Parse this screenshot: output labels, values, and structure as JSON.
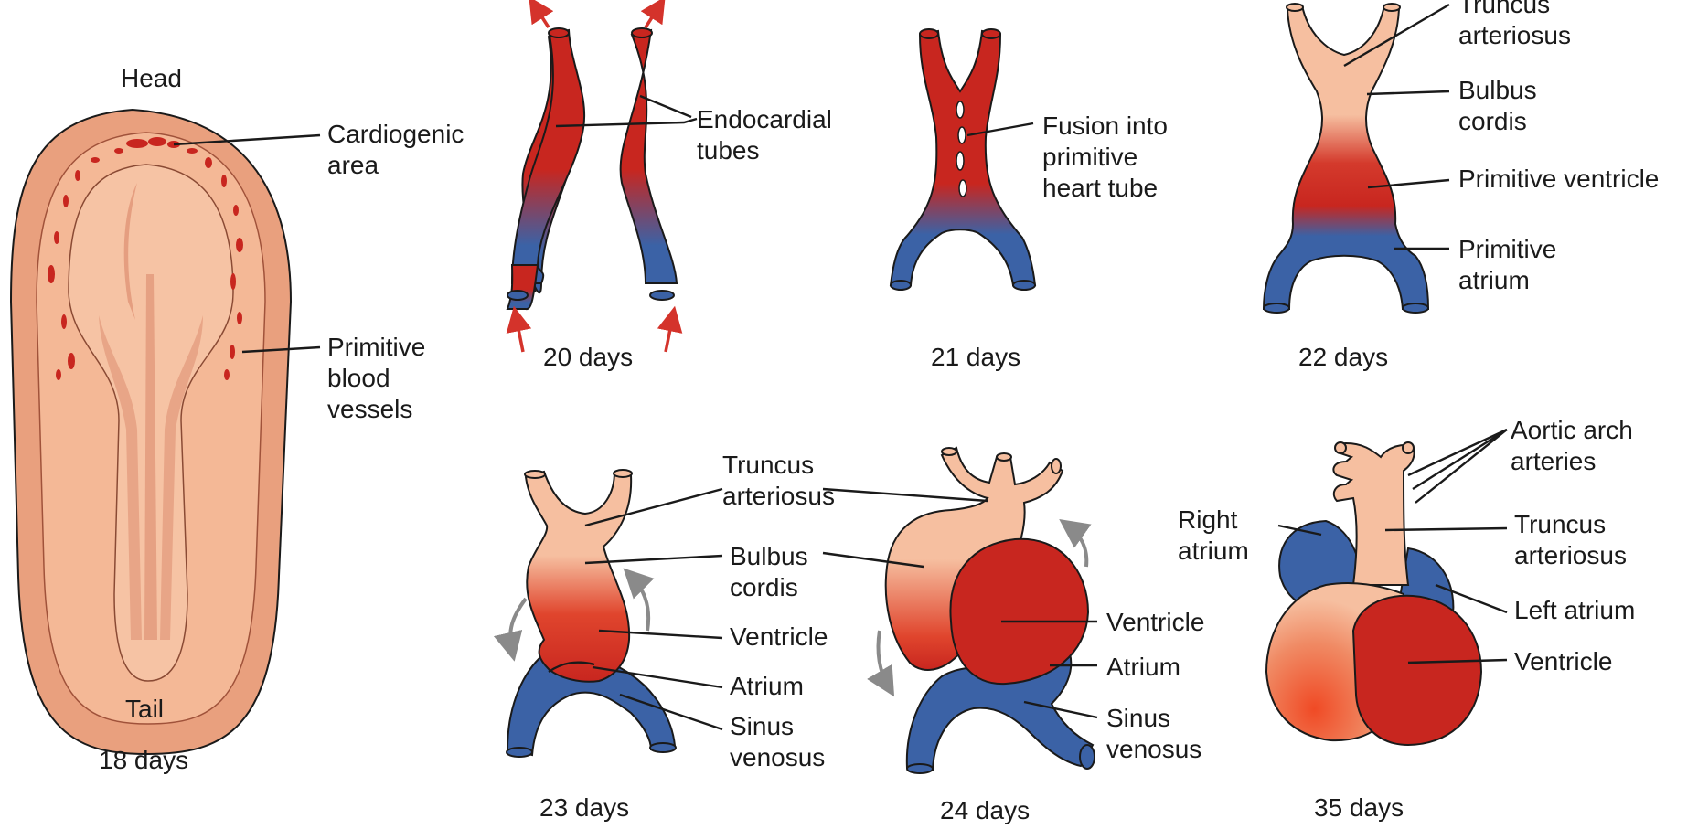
{
  "colors": {
    "embryo_outer": "#e9a07e",
    "embryo_inner": "#f4b896",
    "vessel_red": "#c8261f",
    "atrium_blue": "#3b62a6",
    "truncus_pink": "#f6bfa0",
    "arrow_red": "#d4332b",
    "arrow_gray": "#8a8a8a"
  },
  "panels": {
    "d18": {
      "head": "Head",
      "cardiogenic": [
        "Cardiogenic",
        "area"
      ],
      "vessels": [
        "Primitive",
        "blood",
        "vessels"
      ],
      "tail": "Tail",
      "caption": "18 days"
    },
    "d20": {
      "endocardial": [
        "Endocardial",
        "tubes"
      ],
      "caption": "20 days"
    },
    "d21": {
      "fusion": [
        "Fusion into",
        "primitive",
        "heart tube"
      ],
      "caption": "21 days"
    },
    "d22": {
      "truncus": [
        "Truncus",
        "arteriosus"
      ],
      "bulbus": [
        "Bulbus",
        "cordis"
      ],
      "ventricle": "Primitive ventricle",
      "atrium": [
        "Primitive",
        "atrium"
      ],
      "caption": "22 days"
    },
    "d23": {
      "truncus": [
        "Truncus",
        "arteriosus"
      ],
      "bulbus": [
        "Bulbus",
        "cordis"
      ],
      "ventricle": "Ventricle",
      "atrium": "Atrium",
      "sinus": [
        "Sinus",
        "venosus"
      ],
      "caption": "23 days"
    },
    "d24": {
      "ventricle": "Ventricle",
      "atrium": "Atrium",
      "sinus": [
        "Sinus",
        "venosus"
      ],
      "caption": "24 days"
    },
    "d35": {
      "aortic": [
        "Aortic arch",
        "arteries"
      ],
      "right_atrium": [
        "Right",
        "atrium"
      ],
      "truncus": [
        "Truncus",
        "arteriosus"
      ],
      "left_atrium": "Left atrium",
      "ventricle": "Ventricle",
      "caption": "35 days"
    }
  }
}
